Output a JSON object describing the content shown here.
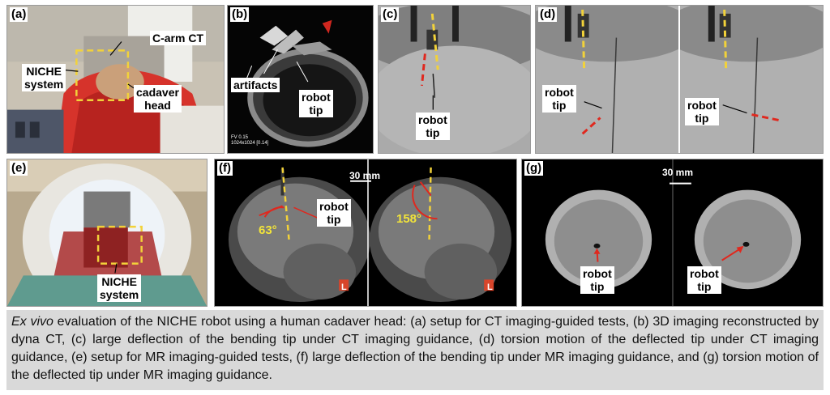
{
  "panels": {
    "a": {
      "label": "(a)",
      "annotations": {
        "carm": "C-arm CT",
        "niche_line1": "NICHE",
        "niche_line2": "system",
        "cadaver_line1": "cadaver",
        "cadaver_line2": "head"
      }
    },
    "b": {
      "label": "(b)",
      "annotations": {
        "artifacts": "artifacts",
        "tip_line1": "robot",
        "tip_line2": "tip",
        "fov_line1": "FV 0.15",
        "fov_line2": "1024x1024 [0.14]"
      }
    },
    "c": {
      "label": "(c)",
      "annotations": {
        "tip_line1": "robot",
        "tip_line2": "tip"
      }
    },
    "d": {
      "label": "(d)",
      "annotations": {
        "tip1_line1": "robot",
        "tip1_line2": "tip",
        "tip2_line1": "robot",
        "tip2_line2": "tip"
      }
    },
    "e": {
      "label": "(e)",
      "annotations": {
        "niche_line1": "NICHE",
        "niche_line2": "system"
      }
    },
    "f": {
      "label": "(f)",
      "annotations": {
        "scale": "30 mm",
        "tip_line1": "robot",
        "tip_line2": "tip",
        "angle1": "63°",
        "angle2": "158°",
        "mark": "L"
      }
    },
    "g": {
      "label": "(g)",
      "annotations": {
        "scale": "30 mm",
        "tip1_line1": "robot",
        "tip1_line2": "tip",
        "tip2_line1": "robot",
        "tip2_line2": "tip"
      }
    }
  },
  "caption": {
    "italic": "Ex vivo",
    "text": " evaluation of the NICHE robot using a human cadaver head: (a) setup for CT imaging-guided tests, (b) 3D imaging reconstructed by dyna CT, (c) large deflection of the bending tip under CT imaging guidance, (d) torsion motion of the deflected tip under CT imaging guidance, (e) setup for MR imaging-guided tests, (f) large deflection of the bending tip under MR imaging guidance, and (g) torsion motion of the deflected tip under MR imaging guidance."
  },
  "colors": {
    "annotation_red": "#e0281e",
    "annotation_yellow": "#f2d23a",
    "caption_bg": "#d9d9d9"
  }
}
